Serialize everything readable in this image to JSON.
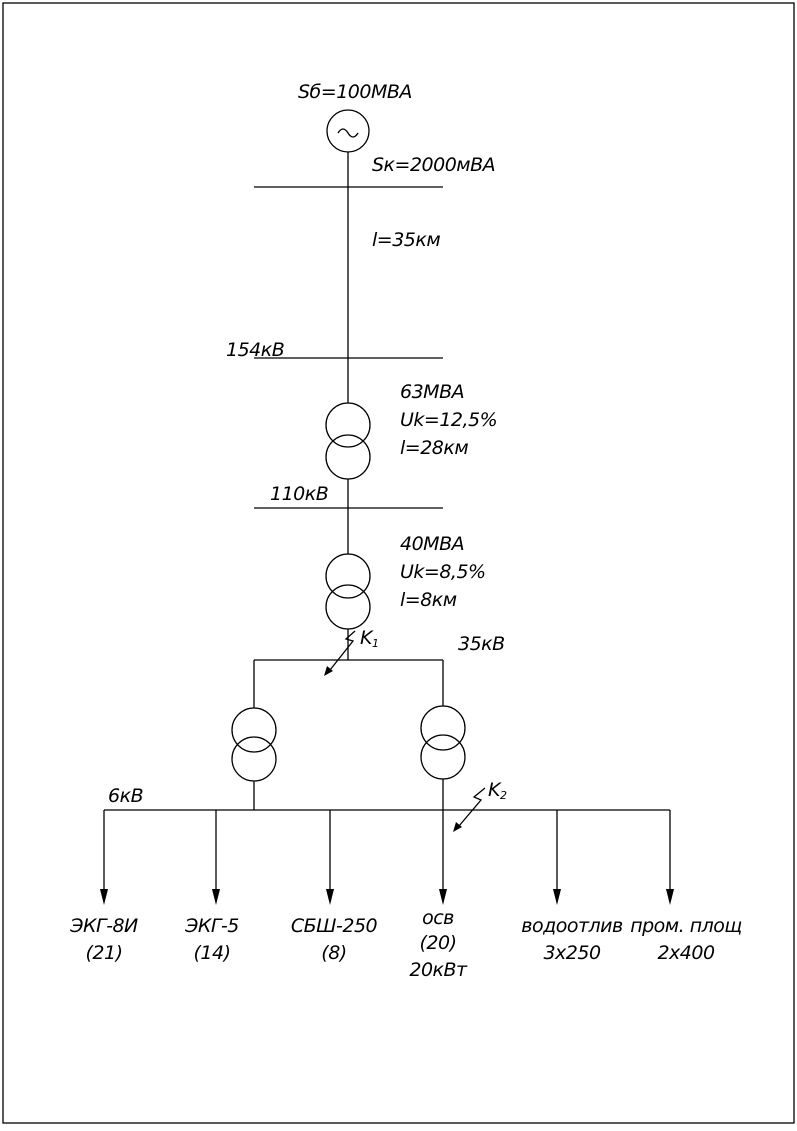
{
  "source": {
    "label_base": "Sб=100МВА",
    "label_sc": "Sк=2000мВА",
    "symbol": "~",
    "icon": "ac-generator-icon"
  },
  "line1": {
    "length": "l=35км"
  },
  "bus_154": {
    "label": "154кВ"
  },
  "transformer1": {
    "power": "63МВА",
    "uk": "Uk=12,5%",
    "length": "l=28км"
  },
  "bus_110": {
    "label": "110кВ"
  },
  "transformer2": {
    "power": "40МВА",
    "uk": "Uk=8,5%",
    "length": "l=8км"
  },
  "fault_k1": {
    "label": "K",
    "sub": "1"
  },
  "bus_35": {
    "label": "35кВ"
  },
  "bus_6": {
    "label": "6кВ"
  },
  "fault_k2": {
    "label": "K",
    "sub": "2"
  },
  "loads": [
    {
      "line1": "ЭКГ-8И",
      "line2": "(21)",
      "line3": ""
    },
    {
      "line1": "ЭКГ-5",
      "line2": "(14)",
      "line3": ""
    },
    {
      "line1": "СБШ-250",
      "line2": "(8)",
      "line3": ""
    },
    {
      "line1": "осв",
      "line2": "(20)",
      "line3": "20кВт"
    },
    {
      "line1": "водоотлив",
      "line2": "3х250",
      "line3": ""
    },
    {
      "line1": "пром. площ",
      "line2": "2х400",
      "line3": ""
    }
  ]
}
